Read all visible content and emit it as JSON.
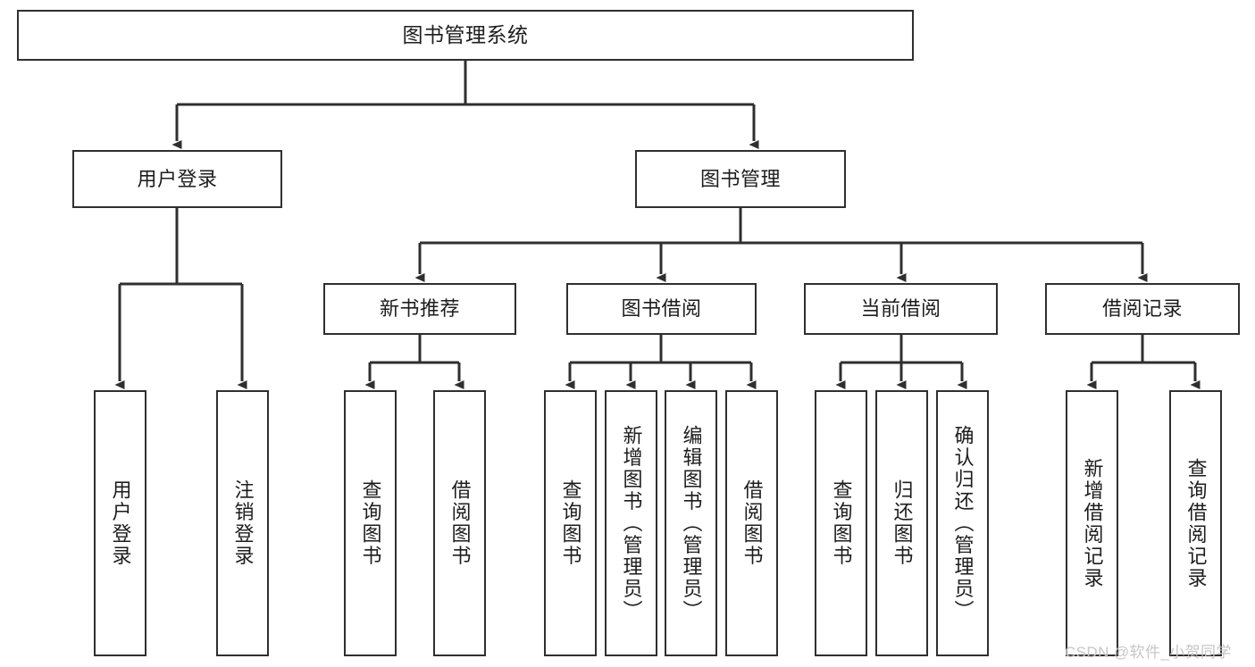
{
  "diagram": {
    "type": "tree-hierarchy",
    "title": "图书管理系统",
    "orientation": "top-down",
    "colors": {
      "box_border": "#2f2f2f",
      "box_fill": "#ffffff",
      "connector": "#2f2f2f",
      "text": "#1d1d1d",
      "watermark": "#c6c6c6",
      "background": "#ffffff"
    },
    "nodes": {
      "root": {
        "label": "图书管理系统"
      },
      "level2": [
        {
          "id": "user-login",
          "label": "用户登录"
        },
        {
          "id": "book-manage",
          "label": "图书管理"
        }
      ],
      "level3": [
        {
          "id": "new-book-recommend",
          "label": "新书推荐"
        },
        {
          "id": "book-borrow",
          "label": "图书借阅"
        },
        {
          "id": "current-borrow",
          "label": "当前借阅"
        },
        {
          "id": "borrow-record",
          "label": "借阅记录"
        }
      ],
      "leaves": {
        "user_login": [
          {
            "id": "leaf-user-login",
            "label": "用户登录"
          },
          {
            "id": "leaf-logout-login",
            "label": "注销登录"
          }
        ],
        "new_book_recommend": [
          {
            "id": "leaf-query-book-1",
            "label": "查询图书"
          },
          {
            "id": "leaf-borrow-book-1",
            "label": "借阅图书"
          }
        ],
        "book_borrow": [
          {
            "id": "leaf-query-book-2",
            "label": "查询图书"
          },
          {
            "id": "leaf-add-book",
            "label": "新增图书（管理员）"
          },
          {
            "id": "leaf-edit-book",
            "label": "编辑图书（管理员）"
          },
          {
            "id": "leaf-borrow-book-2",
            "label": "借阅图书"
          }
        ],
        "current_borrow": [
          {
            "id": "leaf-query-book-3",
            "label": "查询图书"
          },
          {
            "id": "leaf-return-book",
            "label": "归还图书"
          },
          {
            "id": "leaf-confirm-return",
            "label": "确认归还（管理员）"
          }
        ],
        "borrow_record": [
          {
            "id": "leaf-add-record",
            "label": "新增借阅记录"
          },
          {
            "id": "leaf-query-record",
            "label": "查询借阅记录"
          }
        ]
      }
    }
  },
  "watermark": {
    "text": "CSDN @软件_小贺同学"
  }
}
